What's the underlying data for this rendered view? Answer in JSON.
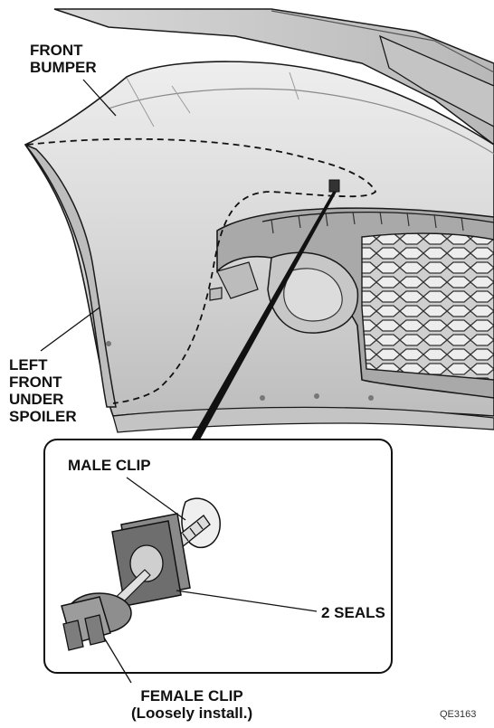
{
  "labels": {
    "front_bumper": [
      "FRONT",
      "BUMPER"
    ],
    "under_spoiler": [
      "LEFT",
      "FRONT",
      "UNDER",
      "SPOILER"
    ],
    "male_clip": "MALE CLIP",
    "seals": "2 SEALS",
    "female_clip": [
      "FEMALE CLIP",
      "(Loosely install.)"
    ]
  },
  "figure_code": "QE3163",
  "colors": {
    "outline": "#1a1a1a",
    "bumper_fill": "#d9d9d9",
    "bumper_light": "#ececec",
    "bumper_dark": "#a9a9a9",
    "seal_fill": "#7a7a7a",
    "clip_fill": "#9a9a9a"
  }
}
